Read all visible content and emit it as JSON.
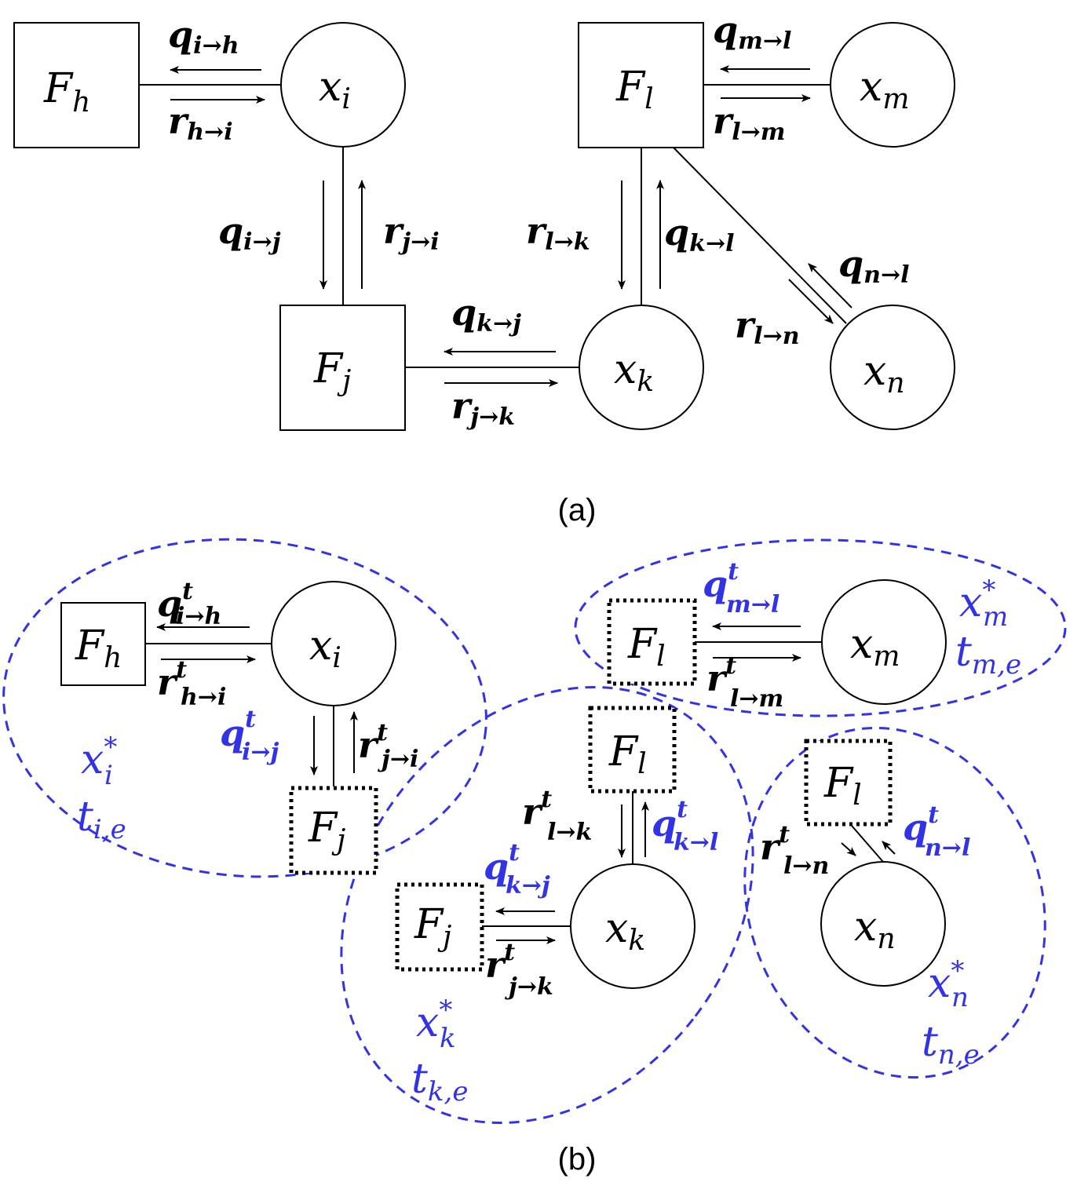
{
  "colors": {
    "ink": "#000000",
    "highlight": "#3333e6"
  },
  "captions": {
    "a": "(a)",
    "b": "(b)"
  },
  "panel_a": {
    "factors": [
      {
        "id": "Fh",
        "base": "F",
        "sub": "h"
      },
      {
        "id": "Fl",
        "base": "F",
        "sub": "l"
      },
      {
        "id": "Fj",
        "base": "F",
        "sub": "j"
      }
    ],
    "variables": [
      {
        "id": "xi",
        "base": "x",
        "sub": "i"
      },
      {
        "id": "xm",
        "base": "x",
        "sub": "m"
      },
      {
        "id": "xk",
        "base": "x",
        "sub": "k"
      },
      {
        "id": "xn",
        "base": "x",
        "sub": "n"
      }
    ],
    "messages": [
      {
        "id": "q_i_h",
        "base": "q",
        "sub": "i→h"
      },
      {
        "id": "r_h_i",
        "base": "r",
        "sub": "h→i"
      },
      {
        "id": "q_m_l",
        "base": "q",
        "sub": "m→l"
      },
      {
        "id": "r_l_m",
        "base": "r",
        "sub": "l→m"
      },
      {
        "id": "q_i_j",
        "base": "q",
        "sub": "i→j"
      },
      {
        "id": "r_j_i",
        "base": "r",
        "sub": "j→i"
      },
      {
        "id": "r_l_k",
        "base": "r",
        "sub": "l→k"
      },
      {
        "id": "q_k_l",
        "base": "q",
        "sub": "k→l"
      },
      {
        "id": "q_n_l",
        "base": "q",
        "sub": "n→l"
      },
      {
        "id": "r_l_n",
        "base": "r",
        "sub": "l→n"
      },
      {
        "id": "q_k_j",
        "base": "q",
        "sub": "k→j"
      },
      {
        "id": "r_j_k",
        "base": "r",
        "sub": "j→k"
      }
    ]
  },
  "panel_b": {
    "factors": [
      {
        "id": "Fh",
        "base": "F",
        "sub": "h"
      },
      {
        "id": "Fl_m",
        "base": "F",
        "sub": "l"
      },
      {
        "id": "Fl_k",
        "base": "F",
        "sub": "l"
      },
      {
        "id": "Fl_n",
        "base": "F",
        "sub": "l"
      },
      {
        "id": "Fj_i",
        "base": "F",
        "sub": "j"
      },
      {
        "id": "Fj_k",
        "base": "F",
        "sub": "j"
      }
    ],
    "variables": [
      {
        "id": "xi",
        "base": "x",
        "sub": "i"
      },
      {
        "id": "xm",
        "base": "x",
        "sub": "m"
      },
      {
        "id": "xk",
        "base": "x",
        "sub": "k"
      },
      {
        "id": "xn",
        "base": "x",
        "sub": "n"
      }
    ],
    "messages": [
      {
        "id": "q_i_h",
        "base": "q",
        "sup": "t",
        "sub": "i→h"
      },
      {
        "id": "r_h_i",
        "base": "r",
        "sup": "t",
        "sub": "h→i"
      },
      {
        "id": "q_i_j",
        "base": "q",
        "sup": "t",
        "sub": "i→j"
      },
      {
        "id": "r_j_i",
        "base": "r",
        "sup": "t",
        "sub": "j→i"
      },
      {
        "id": "q_m_l",
        "base": "q",
        "sup": "t",
        "sub": "m→l"
      },
      {
        "id": "r_l_m",
        "base": "r",
        "sup": "t",
        "sub": "l→m"
      },
      {
        "id": "r_l_k",
        "base": "r",
        "sup": "t",
        "sub": "l→k"
      },
      {
        "id": "q_k_l",
        "base": "q",
        "sup": "t",
        "sub": "k→l"
      },
      {
        "id": "q_k_j",
        "base": "q",
        "sup": "t",
        "sub": "k→j"
      },
      {
        "id": "r_j_k",
        "base": "r",
        "sup": "t",
        "sub": "j→k"
      },
      {
        "id": "r_l_n",
        "base": "r",
        "sup": "t",
        "sub": "l→n"
      },
      {
        "id": "q_n_l",
        "base": "q",
        "sup": "t",
        "sub": "n→l"
      }
    ],
    "cluster_labels": [
      {
        "id": "xi_star",
        "base": "x",
        "sup": "*",
        "sub": "i"
      },
      {
        "id": "ti_e",
        "base": "t",
        "sub": "i,e"
      },
      {
        "id": "xm_star",
        "base": "x",
        "sup": "*",
        "sub": "m"
      },
      {
        "id": "tm_e",
        "base": "t",
        "sub": "m,e"
      },
      {
        "id": "xk_star",
        "base": "x",
        "sup": "*",
        "sub": "k"
      },
      {
        "id": "tk_e",
        "base": "t",
        "sub": "k,e"
      },
      {
        "id": "xn_star",
        "base": "x",
        "sup": "*",
        "sub": "n"
      },
      {
        "id": "tn_e",
        "base": "t",
        "sub": "n,e"
      }
    ]
  }
}
